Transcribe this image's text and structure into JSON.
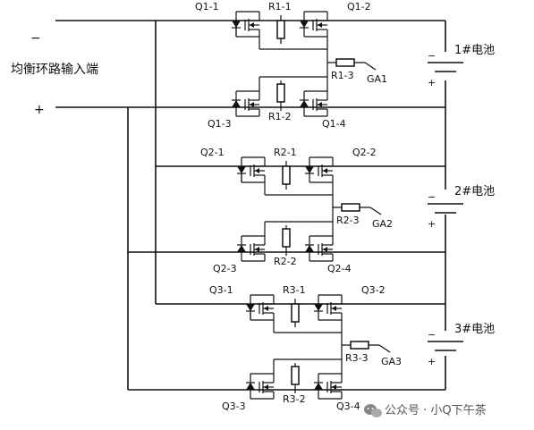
{
  "input": {
    "title": "均衡环路输入端",
    "minus": "−",
    "plus": "+"
  },
  "stages": [
    {
      "battery": "1#电池",
      "battery_minus": "−",
      "battery_plus": "+",
      "q1": "Q1-1",
      "q2": "Q1-2",
      "q3": "Q1-3",
      "q4": "Q1-4",
      "r1": "R1-1",
      "r2": "R1-2",
      "r3": "R1-3",
      "ga": "GA1"
    },
    {
      "battery": "2#电池",
      "battery_minus": "−",
      "battery_plus": "+",
      "q1": "Q2-1",
      "q2": "Q2-2",
      "q3": "Q2-3",
      "q4": "Q2-4",
      "r1": "R2-1",
      "r2": "R2-2",
      "r3": "R2-3",
      "ga": "GA2"
    },
    {
      "battery": "3#电池",
      "battery_minus": "−",
      "battery_plus": "+",
      "q1": "Q3-1",
      "q2": "Q3-2",
      "q3": "Q3-3",
      "q4": "Q3-4",
      "r1": "R3-1",
      "r2": "R3-2",
      "r3": "R3-3",
      "ga": "GA3"
    }
  ],
  "watermark": {
    "icon": "wechat-icon",
    "text": "公众号 · 小Q下午茶"
  }
}
